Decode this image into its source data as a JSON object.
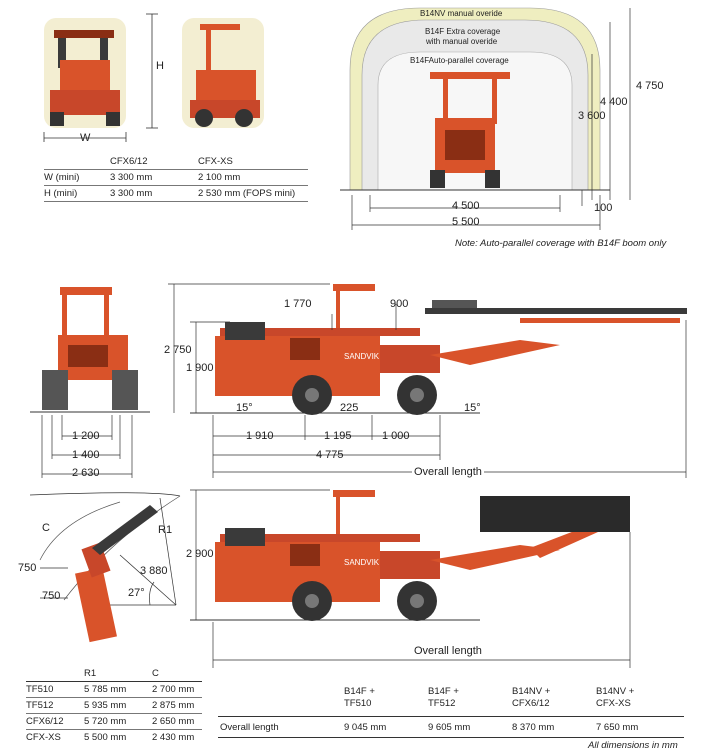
{
  "top_left": {
    "label_h": "H",
    "label_w": "W",
    "table": {
      "headers": [
        "",
        "CFX6/12",
        "CFX-XS"
      ],
      "rows": [
        [
          "W (mini)",
          "3 300 mm",
          "2 100 mm"
        ],
        [
          "H (mini)",
          "3 300 mm",
          "2 530 mm (FOPS mini)"
        ]
      ]
    }
  },
  "coverage": {
    "zone1": "B14NV manual overide",
    "zone2_line1": "B14F Extra coverage",
    "zone2_line2": "with manual overide",
    "zone3": "B14FAuto-parallel coverage",
    "dim_4750": "4 750",
    "dim_4400": "4 400",
    "dim_3600": "3 600",
    "dim_4500": "4 500",
    "dim_5500": "5 500",
    "dim_100": "100",
    "note": "Note: Auto-parallel coverage with B14F boom only"
  },
  "front_view": {
    "dim_1200": "1 200",
    "dim_1400": "1 400",
    "dim_2630": "2 630"
  },
  "side_view": {
    "dim_2750": "2 750",
    "dim_1900": "1 900",
    "dim_1770": "1 770",
    "dim_900": "900",
    "angle_left": "15°",
    "angle_right": "15°",
    "dim_225": "225",
    "dim_1910": "1 910",
    "dim_1195": "1 195",
    "dim_1000": "1 000",
    "dim_4775": "4 775",
    "overall": "Overall length",
    "brand": "SANDVIK"
  },
  "turning": {
    "label_c": "C",
    "label_r1": "R1",
    "dim_3880": "3 880",
    "dim_750a": "750",
    "dim_750b": "750",
    "angle": "27°"
  },
  "side_view2": {
    "dim_2900": "2 900",
    "overall": "Overall length",
    "brand": "SANDVIK"
  },
  "radius_table": {
    "headers": [
      "",
      "R1",
      "C"
    ],
    "rows": [
      [
        "TF510",
        "5 785 mm",
        "2 700 mm"
      ],
      [
        "TF512",
        "5 935 mm",
        "2 875 mm"
      ],
      [
        "CFX6/12",
        "5 720 mm",
        "2 650 mm"
      ],
      [
        "CFX-XS",
        "5 500 mm",
        "2 430 mm"
      ]
    ]
  },
  "length_table": {
    "headers": [
      [
        "B14F +",
        "TF510"
      ],
      [
        "B14F +",
        "TF512"
      ],
      [
        "B14NV +",
        "CFX6/12"
      ],
      [
        "B14NV +",
        "CFX-XS"
      ]
    ],
    "row_label": "Overall length",
    "values": [
      "9 045 mm",
      "9 605 mm",
      "8 370 mm",
      "7 650 mm"
    ]
  },
  "footer_note": "All dimensions in mm",
  "colors": {
    "machine": "#d9532a",
    "machine_dark": "#8a2e14",
    "zone_outer": "#efeec0",
    "zone_mid": "#dcdcdc",
    "zone_inner": "#f5f5f5",
    "boom_dark": "#3a3a3a"
  }
}
